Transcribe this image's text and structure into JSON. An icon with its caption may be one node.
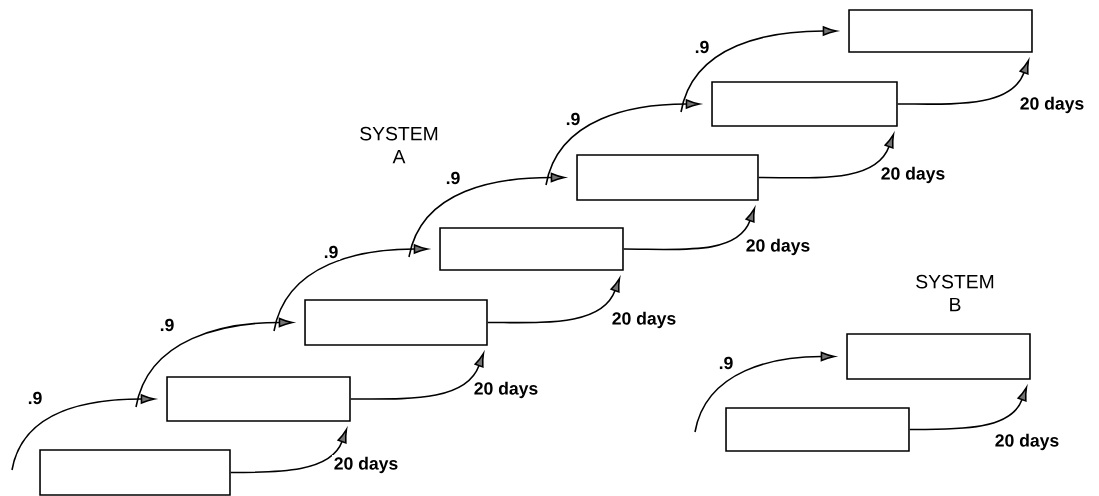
{
  "diagram": {
    "nodes": [
      {
        "text": [],
        "shape": "box"
      },
      {
        "text": [],
        "shape": "box"
      },
      {
        "text": [],
        "shape": "box"
      },
      {
        "text": [],
        "shape": "box"
      },
      {
        "text": [],
        "shape": "box"
      },
      {
        "text": [],
        "shape": "box"
      },
      {
        "text": [],
        "shape": "box"
      },
      {
        "text": [],
        "shape": "box"
      },
      {
        "text": [],
        "shape": "box"
      }
    ],
    "edges": [
      {
        "from": null,
        "to": 1,
        "arrow": "to",
        "label": ".9"
      },
      {
        "from": 0,
        "to": 1,
        "arrow": "to",
        "label": "20 days"
      },
      {
        "from": null,
        "to": 2,
        "arrow": "to",
        "label": ".9"
      },
      {
        "from": 1,
        "to": 2,
        "arrow": "to",
        "label": "20 days"
      },
      {
        "from": null,
        "to": 3,
        "arrow": "to",
        "label": ".9"
      },
      {
        "from": 2,
        "to": 3,
        "arrow": "to",
        "label": "20 days"
      },
      {
        "from": null,
        "to": 4,
        "arrow": "to",
        "label": ".9"
      },
      {
        "from": 3,
        "to": 4,
        "arrow": "to",
        "label": "20 days"
      },
      {
        "from": null,
        "to": 5,
        "arrow": "to",
        "label": ".9"
      },
      {
        "from": 4,
        "to": 5,
        "arrow": "to",
        "label": "20 days"
      },
      {
        "from": null,
        "to": 6,
        "arrow": "to",
        "label": ".9"
      },
      {
        "from": 5,
        "to": 6,
        "arrow": "to",
        "label": "20 days"
      },
      {
        "from": null,
        "to": 7,
        "arrow": "to",
        "label": ".9"
      },
      {
        "from": 8,
        "to": 7,
        "arrow": "to",
        "label": "20 days"
      }
    ],
    "labels": [
      "SYSTEM A",
      "SYSTEM B"
    ]
  }
}
